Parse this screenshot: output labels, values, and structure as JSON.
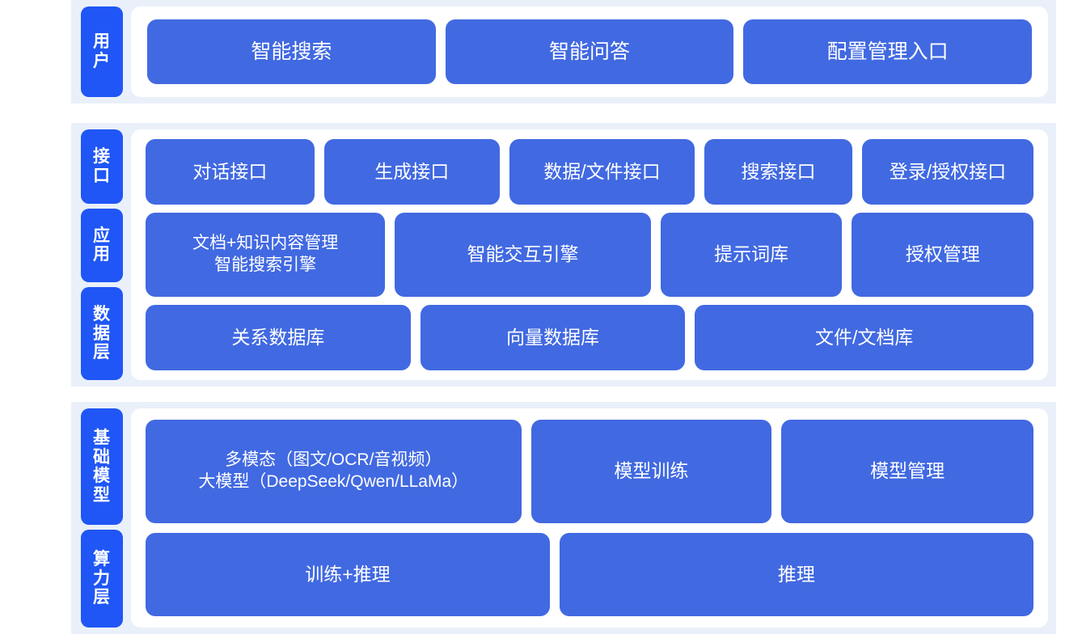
{
  "colors": {
    "tab_blue": "#1f56f5",
    "card_blue": "#4169e1",
    "band_bg": "#eaf0fa",
    "panel_bg": "#ffffff",
    "page_bg": "#ffffff",
    "text_on_blue": "#ffffff"
  },
  "sections": [
    {
      "id": "user-section",
      "tabs": [
        {
          "label": "用户"
        }
      ],
      "rows": [
        {
          "id": "user-row",
          "cards": [
            {
              "label": "智能搜索"
            },
            {
              "label": "智能问答"
            },
            {
              "label": "配置管理入口"
            }
          ]
        }
      ]
    },
    {
      "id": "platform-section",
      "tabs": [
        {
          "label": "接口"
        },
        {
          "label": "应用"
        },
        {
          "label": "数据层"
        }
      ],
      "rows": [
        {
          "id": "interface-row",
          "cards": [
            {
              "label": "对话接口"
            },
            {
              "label": "生成接口"
            },
            {
              "label": "数据/文件接口"
            },
            {
              "label": "搜索接口"
            },
            {
              "label": "登录/授权接口"
            }
          ]
        },
        {
          "id": "application-row",
          "cards": [
            {
              "label": "文档+知识内容管理\n智能搜索引擎"
            },
            {
              "label": "智能交互引擎"
            },
            {
              "label": "提示词库"
            },
            {
              "label": "授权管理"
            }
          ]
        },
        {
          "id": "data-row",
          "cards": [
            {
              "label": "关系数据库"
            },
            {
              "label": "向量数据库"
            },
            {
              "label": "文件/文档库"
            }
          ]
        }
      ]
    },
    {
      "id": "infrastructure-section",
      "tabs": [
        {
          "label": "基础模型"
        },
        {
          "label": "算力层"
        }
      ],
      "rows": [
        {
          "id": "model-row",
          "cards": [
            {
              "label": "多模态（图文/OCR/音视频）\n大模型（DeepSeek/Qwen/LLaMa）"
            },
            {
              "label": "模型训练"
            },
            {
              "label": "模型管理"
            }
          ]
        },
        {
          "id": "compute-row",
          "cards": [
            {
              "label": "训练+推理"
            },
            {
              "label": "推理"
            }
          ]
        }
      ]
    }
  ]
}
